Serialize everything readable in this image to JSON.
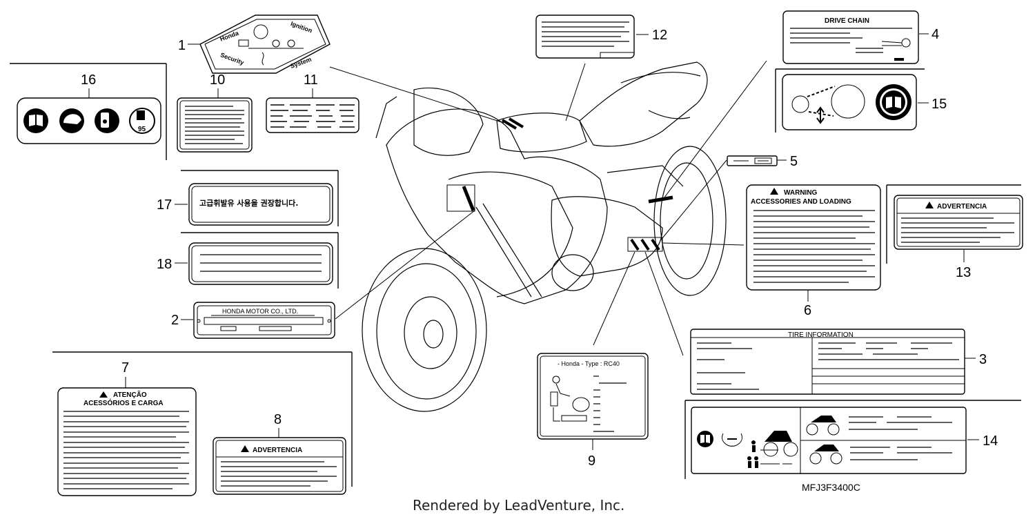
{
  "callouts": {
    "c1": "1",
    "c2": "2",
    "c3": "3",
    "c4": "4",
    "c5": "5",
    "c6": "6",
    "c7": "7",
    "c8": "8",
    "c9": "9",
    "c10": "10",
    "c11": "11",
    "c12": "12",
    "c13": "13",
    "c14": "14",
    "c15": "15",
    "c16": "16",
    "c17": "17",
    "c18": "18"
  },
  "labels": {
    "honda_ignition_1": "Honda",
    "honda_ignition_2": "Ignition",
    "honda_ignition_3": "Security",
    "honda_ignition_4": "System",
    "drive_chain": "DRIVE CHAIN",
    "warning_title": "WARNING",
    "warning_sub": "ACCESSORIES AND LOADING",
    "advertencia_13": "ADVERTENCIA",
    "advertencia_8": "ADVERTENCIA",
    "atencao": "ATENÇÃO",
    "acessorios": "ACESSÓRIOS E CARGA",
    "tire_info": "TIRE INFORMATION",
    "honda_motor": "HONDA MOTOR CO., LTD.",
    "korean": "고급휘발유 사용을 권장합니다.",
    "fuel_95": "95",
    "type_label": "- Honda - Type : RC40",
    "diagram_code": "MFJ3F3400C"
  },
  "footer": "Rendered by LeadVenture, Inc."
}
